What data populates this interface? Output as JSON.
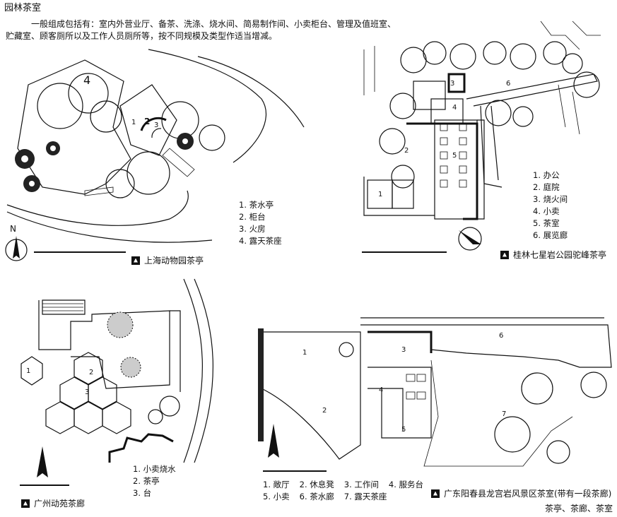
{
  "page": {
    "section_title": "园林茶室",
    "intro": "一般组成包括有：室内外营业厅、备茶、洗涤、烧水间、简易制作间、小卖柜台、管理及值班室、贮藏室、顾客厕所以及工作人员厕所等，按不同规模及类型作适当增减。",
    "footer": "茶亭、茶廊、茶室"
  },
  "plans": [
    {
      "caption": "上海动物园茶亭",
      "legend": [
        "1. 茶水亭",
        "2. 柜台",
        "3. 火房",
        "4. 露天茶座"
      ],
      "north": "N",
      "labels": [
        "1",
        "2",
        "3",
        "4"
      ]
    },
    {
      "caption": "桂林七星岩公园驼峰茶亭",
      "legend": [
        "1. 办公",
        "2. 庭院",
        "3. 烧火间",
        "4. 小卖",
        "5. 茶室",
        "6. 展览廊"
      ],
      "labels": [
        "1",
        "2",
        "3",
        "4",
        "5",
        "6"
      ]
    },
    {
      "caption": "广州动苑茶廊",
      "legend": [
        "1. 小卖烧水",
        "2. 茶亭",
        "3. 台"
      ],
      "labels": [
        "1",
        "2",
        "3"
      ]
    },
    {
      "caption": "广东阳春县龙宫岩风景区茶室(带有一段茶廊)",
      "legend_rows": [
        [
          "1. 敞厅",
          "2. 休息凳",
          "3. 工作间",
          "4. 服务台"
        ],
        [
          "5. 小卖",
          "6. 茶水廊",
          "7. 露天茶座"
        ]
      ],
      "labels": [
        "1",
        "2",
        "3",
        "4",
        "5",
        "6",
        "7"
      ]
    }
  ]
}
